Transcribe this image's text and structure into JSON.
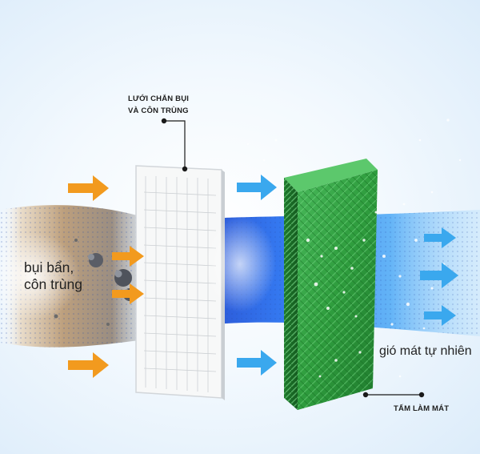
{
  "labels": {
    "filter_line1": "LƯỚI CHẮN BỤI",
    "filter_line2": "VÀ CÔN TRÙNG",
    "dust_line1": "bụi bẩn,",
    "dust_line2": "côn trùng",
    "cool_air": "gió mát tự nhiên",
    "cooling_pad": "TẤM LÀM MÁT"
  },
  "colors": {
    "orange_arrow": "#f29a1e",
    "blue_arrow": "#3aa8ee",
    "pad_green": "#2f9d3e",
    "airflow_blue": "#1e5fe0",
    "mesh_white": "#f7f8f8"
  }
}
